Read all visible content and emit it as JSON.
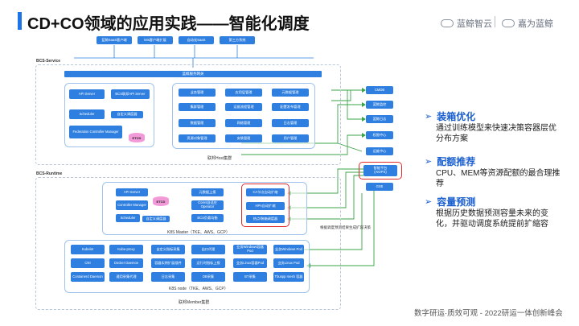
{
  "slide": {
    "title": "CD+CO领域的应用实践——智能化调度",
    "logos": [
      "蓝鲸智云",
      "嘉为蓝鲸"
    ],
    "footer": "数字研运·质效可观 - 2022研运一体创新峰会"
  },
  "diagram": {
    "top_clients": [
      "蓝鲸SaaS客户端",
      "k8s客户端扩展",
      "自动化SaaS",
      "第三方系统"
    ],
    "bcs_service": {
      "label": "BCS-Service",
      "gateway": "蓝鲸服务网关",
      "api_group": [
        "API Server",
        "BCS联邦API Server",
        "Scheduler",
        "自定义调度器",
        "Federation Controller Manager"
      ],
      "etcd": "ETCD",
      "managers": [
        "业务管理",
        "应用层管理",
        "元数据管理",
        "集群管理",
        "运维流程管理",
        "配置发布管理",
        "数据管理",
        "网络管理",
        "日志管理",
        "资源对象管理",
        "安装管理",
        "用户管理"
      ],
      "footer": "联邦Host集群"
    },
    "right_services": [
      "CMDB",
      "蓝鲸监控",
      "蓝鲸日志",
      "权限中心",
      "运维中心",
      "智能平台\n(AIOPS)",
      "GSE"
    ],
    "aiops_note": "根据调度预测结果生成扩容决策",
    "bcs_runtime": {
      "label": "BCS-Runtime",
      "master_group": [
        "API Server",
        "Controller Manager",
        "Scheduler",
        "自定义调度器"
      ],
      "etcd": "ETCD",
      "master_mid": [
        "元数据上报",
        "Cores自适应 Operator",
        "BCS负载均衡"
      ],
      "ai_scalers": [
        "CA节点自动扩缩",
        "HPA自动扩缩",
        "热点/装箱调度器"
      ],
      "master_footer": "K8S Master（TKE、AWS、GCP）",
      "node_rows": [
        [
          "Kubelet",
          "Kube-proxy",
          "自定义指标采集",
          "出口代理",
          "业务Windows容器 Pod",
          "业务Windows Pod"
        ],
        [
          "CNI",
          "Docker Daemon",
          "容器实例扩展插件",
          "运行时指标上报",
          "业务Linux容器Pod",
          "业务Linux Pod"
        ],
        [
          "Containerd Daemon",
          "通用采集代理",
          "日志采集",
          "DB采集",
          "BT采集",
          "Tbuspp mesh 容器"
        ]
      ],
      "node_footer": "K8S node（TKE、AWS、GCP）",
      "member_footer": "联邦Member集群"
    }
  },
  "features": [
    {
      "title": "装箱优化",
      "desc": "通过训练模型来快速决策容器层优分布方案"
    },
    {
      "title": "配额推荐",
      "desc": "CPU、MEM等资源配额的最合理推荐"
    },
    {
      "title": "容量预测",
      "desc": "根据历史数据预测容量未来的变化，并驱动调度系统提前扩缩容"
    }
  ],
  "colors": {
    "accent": "#1e73e8",
    "box": "#2f7fe0",
    "highlight": "#e02b2b",
    "arrow": "#3aa346"
  }
}
